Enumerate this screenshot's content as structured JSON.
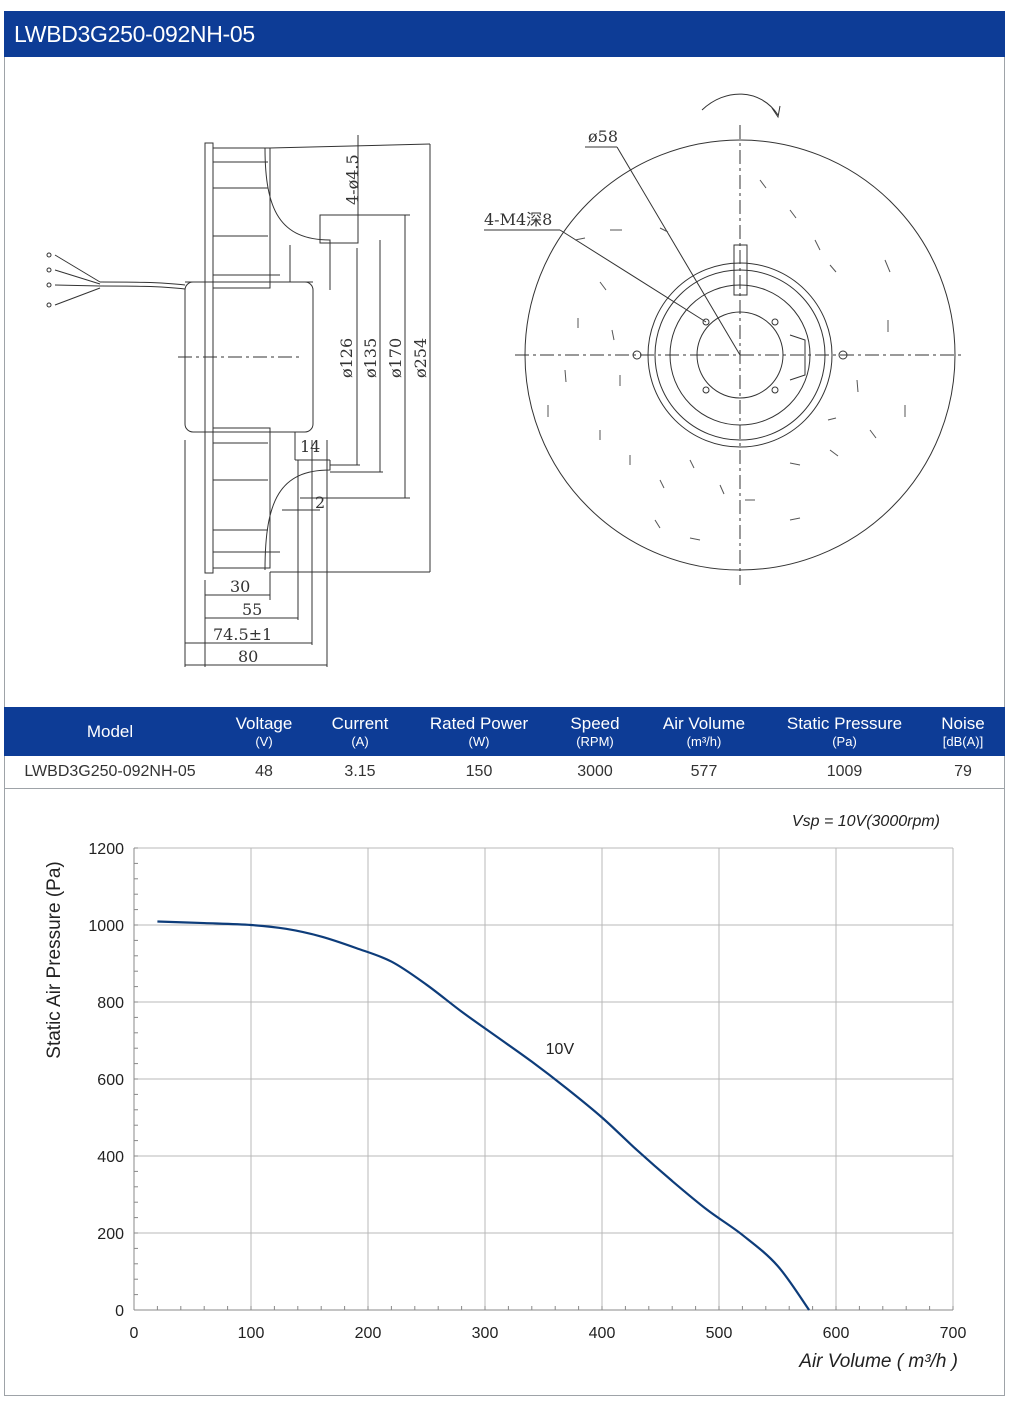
{
  "page": {
    "title": "LWBD3G250-092NH-05"
  },
  "drawing": {
    "dims": {
      "mount_holes": "4-ø4.5",
      "d126": "ø126",
      "d135": "ø135",
      "d170": "ø170",
      "d254": "ø254",
      "d14": "14",
      "d2": "2",
      "d30": "30",
      "d55": "55",
      "d74": "74.5±1",
      "d80": "80",
      "d58": "ø58",
      "m4": "4-M4深8"
    }
  },
  "table": {
    "headers": [
      {
        "label": "Model",
        "unit": ""
      },
      {
        "label": "Voltage",
        "unit": "(V)"
      },
      {
        "label": "Current",
        "unit": "(A)"
      },
      {
        "label": "Rated Power",
        "unit": "(W)"
      },
      {
        "label": "Speed",
        "unit": "(RPM)"
      },
      {
        "label": "Air Volume",
        "unit": "(m³/h)"
      },
      {
        "label": "Static Pressure",
        "unit": "(Pa)"
      },
      {
        "label": "Noise",
        "unit": "[dB(A)]"
      }
    ],
    "row": {
      "model": "LWBD3G250-092NH-05",
      "voltage": "48",
      "current": "3.15",
      "power": "150",
      "speed": "3000",
      "air_volume": "577",
      "static_pressure": "1009",
      "noise": "79"
    }
  },
  "chart_data": {
    "type": "line",
    "note": "Vsp = 10V(3000rpm)",
    "xlabel": "Air Volume ( m³/h )",
    "ylabel": "Static Air Pressure  (Pa)",
    "xlim": [
      0,
      700
    ],
    "ylim": [
      0,
      1200
    ],
    "xticks": [
      0,
      100,
      200,
      300,
      400,
      500,
      600,
      700
    ],
    "yticks": [
      0,
      200,
      400,
      600,
      800,
      1000,
      1200
    ],
    "grid": true,
    "series": [
      {
        "name": "10V",
        "color": "#0d3c7a",
        "x": [
          20,
          60,
          100,
          130,
          160,
          190,
          220,
          250,
          280,
          310,
          340,
          370,
          400,
          430,
          460,
          490,
          520,
          550,
          577
        ],
        "y": [
          1009,
          1005,
          1000,
          990,
          970,
          940,
          905,
          845,
          775,
          710,
          645,
          575,
          500,
          415,
          335,
          260,
          195,
          115,
          0
        ]
      }
    ]
  }
}
